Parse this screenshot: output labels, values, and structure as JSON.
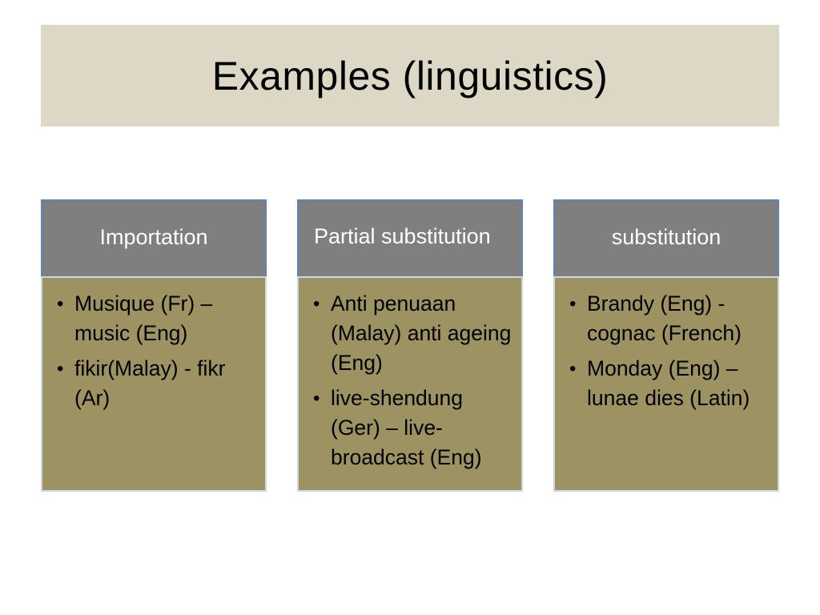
{
  "slide": {
    "title": "Examples (linguistics)",
    "colors": {
      "title_band": "#ddd8c5",
      "header_fill": "#7f7f7f",
      "header_border": "#5b86b8",
      "body_fill": "#9c9262"
    }
  },
  "columns": [
    {
      "header": "Importation",
      "items": [
        {
          "bullet": "•",
          "text": "Musique (Fr) – music  (Eng)"
        },
        {
          "bullet": "•",
          "text": "fikir(Malay) - fikr (Ar)"
        }
      ]
    },
    {
      "header": "Partial substitution",
      "items": [
        {
          "bullet": "•",
          "text": "Anti penuaan (Malay)  anti ageing (Eng)"
        },
        {
          "bullet": "•",
          "text": " live-shendung (Ger) – live-broadcast (Eng)"
        }
      ]
    },
    {
      "header": "substitution",
      "items": [
        {
          "bullet": "•",
          "text": "Brandy (Eng) - cognac (French)"
        },
        {
          "bullet": "•",
          "text": "Monday (Eng) – lunae dies (Latin)"
        }
      ]
    }
  ]
}
